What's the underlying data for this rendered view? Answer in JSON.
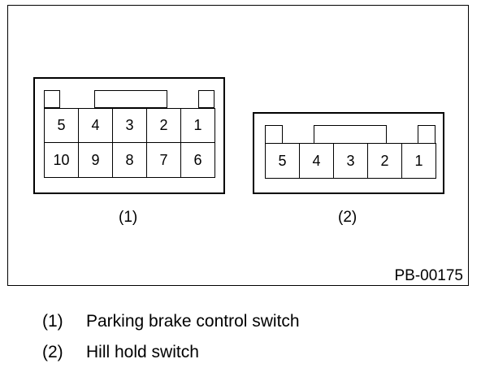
{
  "diagram": {
    "connector1": {
      "caption": "(1)",
      "top_row": [
        "5",
        "4",
        "3",
        "2",
        "1"
      ],
      "bottom_row": [
        "10",
        "9",
        "8",
        "7",
        "6"
      ]
    },
    "connector2": {
      "caption": "(2)",
      "row": [
        "5",
        "4",
        "3",
        "2",
        "1"
      ]
    },
    "figure_code": "PB-00175"
  },
  "legend": [
    {
      "num": "(1)",
      "label": "Parking brake control switch"
    },
    {
      "num": "(2)",
      "label": "Hill hold switch"
    }
  ]
}
